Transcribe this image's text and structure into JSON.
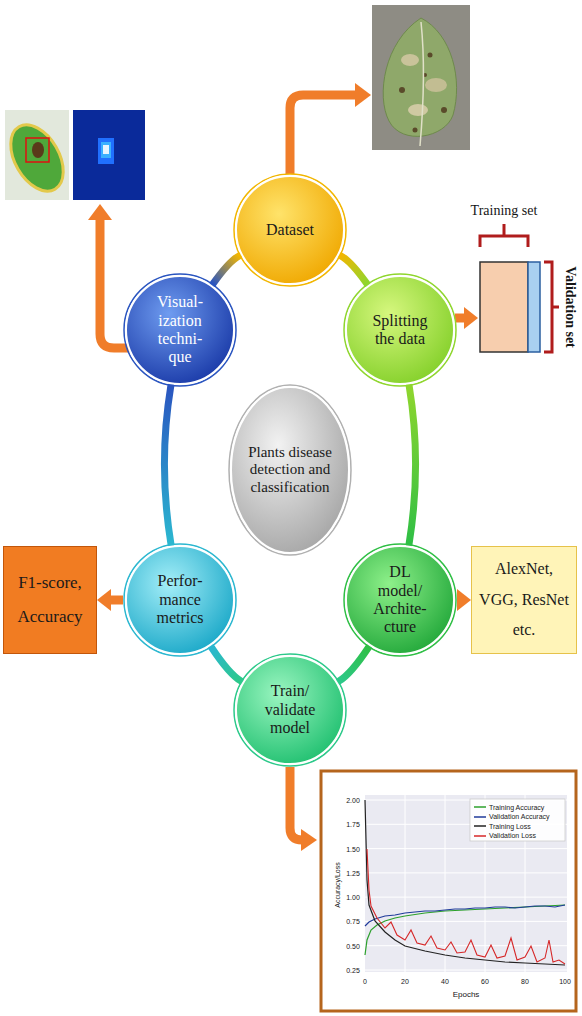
{
  "diagram": {
    "nodes": [
      {
        "text": [
          "Plants disease detection and classification"
        ]
      },
      {
        "text": [
          "Dataset"
        ]
      },
      {
        "text": [
          "Splitting the data"
        ]
      },
      {
        "text": [
          "DL model/ Archite- cture"
        ]
      },
      {
        "text": [
          "Train/ validate model"
        ]
      },
      {
        "text": [
          "Perfor- mance metrics"
        ]
      },
      {
        "text": [
          "Visual- ization techni- que"
        ]
      },
      {
        "text": [
          "AlexNet, VGG, ResNet etc."
        ]
      },
      {
        "text": [
          "F1-score, Accuracy"
        ]
      }
    ],
    "edges": [
      {
        "from": 1,
        "to": 2,
        "arrow": "none"
      },
      {
        "from": 2,
        "to": 3,
        "arrow": "none"
      },
      {
        "from": 3,
        "to": 4,
        "arrow": "none"
      },
      {
        "from": 4,
        "to": 5,
        "arrow": "none"
      },
      {
        "from": 5,
        "to": 6,
        "arrow": "none"
      },
      {
        "from": 6,
        "to": 1,
        "arrow": "none"
      },
      {
        "from": 3,
        "to": 7,
        "arrow": "to"
      },
      {
        "from": 5,
        "to": 8,
        "arrow": "to"
      }
    ],
    "labels": [
      "Training set",
      "Validation set",
      "Accuracy/Loss",
      "Epochs",
      "2.00",
      "1.75",
      "1.50",
      "1.25",
      "1.00",
      "0.75",
      "0.50",
      "0.25",
      "0",
      "20",
      "40",
      "60",
      "80",
      "100"
    ],
    "legend": [
      {
        "text": "Training Accuracy"
      },
      {
        "text": "Validation Accuracy"
      },
      {
        "text": "Training Loss"
      },
      {
        "text": "Validation Loss"
      }
    ]
  }
}
